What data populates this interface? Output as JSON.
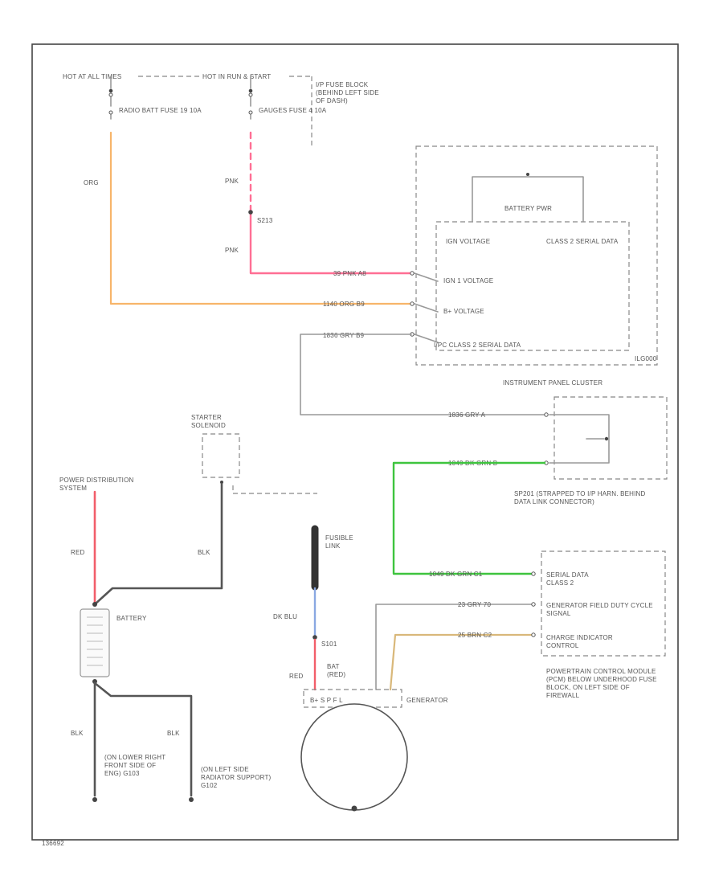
{
  "labels": {
    "hot_at_all_times": "HOT AT ALL TIMES",
    "hot_in_run_start": "HOT IN RUN & START",
    "ip_fuse_block": "I/P FUSE BLOCK (BEHIND LEFT SIDE OF DASH)",
    "radio_batt_fuse": "RADIO BATT FUSE 19 10A",
    "gauges_fuse": "GAUGES FUSE 4 10A",
    "wire_org": "ORG",
    "wire_pnk_upper": "PNK",
    "wire_pnk_lower": "PNK",
    "splice_s213": "S213",
    "battery_pwr": "BATTERY PWR",
    "ign_voltage": "IGN VOLTAGE",
    "class2_serial_data": "CLASS 2 SERIAL DATA",
    "pin_row_ign": "39  PNK  A8",
    "pin_row_batt": "1140  ORG  B9",
    "pin_row_serial": "1836  GRY  B9",
    "ign1_voltage": "IGN 1 VOLTAGE",
    "b_plus_voltage": "B+ VOLTAGE",
    "ipc_class2": "I/PC CLASS 2 SERIAL DATA",
    "ipc_tag": "ILG000",
    "instrument_panel_cluster": "INSTRUMENT PANEL CLUSTER",
    "starter_solenoid": "STARTER SOLENOID",
    "sp_row_gry": "1836  GRY  A",
    "sp_row_dkgrn": "1049  DK GRN  B",
    "sp201": "SP201 (STRAPPED TO I/P HARN. BEHIND DATA LINK CONNECTOR)",
    "power_distribution": "POWER DISTRIBUTION SYSTEM",
    "wire_red_left": "RED",
    "wire_blk_right": "BLK",
    "battery": "BATTERY",
    "fusible_link": "FUSIBLE LINK",
    "wire_dkblu": "DK BLU",
    "splice_s101": "S101",
    "wire_red_gen": "RED",
    "gen_bat": "BAT (RED)",
    "generator": "GENERATOR",
    "gen_terminals": "B+  S  P  F  L",
    "pcm_row_serial": "1049  DK GRN  C1",
    "pcm_row_field": "23  GRY  70",
    "pcm_row_charge": "25  BRN  C2",
    "pcm_serial_data": "SERIAL DATA CLASS 2",
    "pcm_field_duty": "GENERATOR FIELD DUTY CYCLE SIGNAL",
    "pcm_charge": "CHARGE INDICATOR CONTROL",
    "pcm_title": "POWERTRAIN CONTROL MODULE (PCM) BELOW UNDERHOOD FUSE BLOCK, ON LEFT SIDE OF FIREWALL",
    "wire_blk_a": "BLK",
    "wire_blk_b": "BLK",
    "ground_g103": "(ON LOWER RIGHT FRONT SIDE OF ENG) G103",
    "ground_g102": "(ON LEFT SIDE RADIATOR SUPPORT) G102",
    "drawing_code": "136692"
  },
  "colors": {
    "frame": "#444444",
    "org_wire": "#f7b56a",
    "pnk_wire": "#ff6f94",
    "red_wire": "#f25e6a",
    "dkgrn_wire": "#3ec43e",
    "dkblu_wire": "#8aa8e2",
    "brn_wire": "#d9b87a",
    "gry_wire": "#999999",
    "blk_wire": "#555555"
  }
}
